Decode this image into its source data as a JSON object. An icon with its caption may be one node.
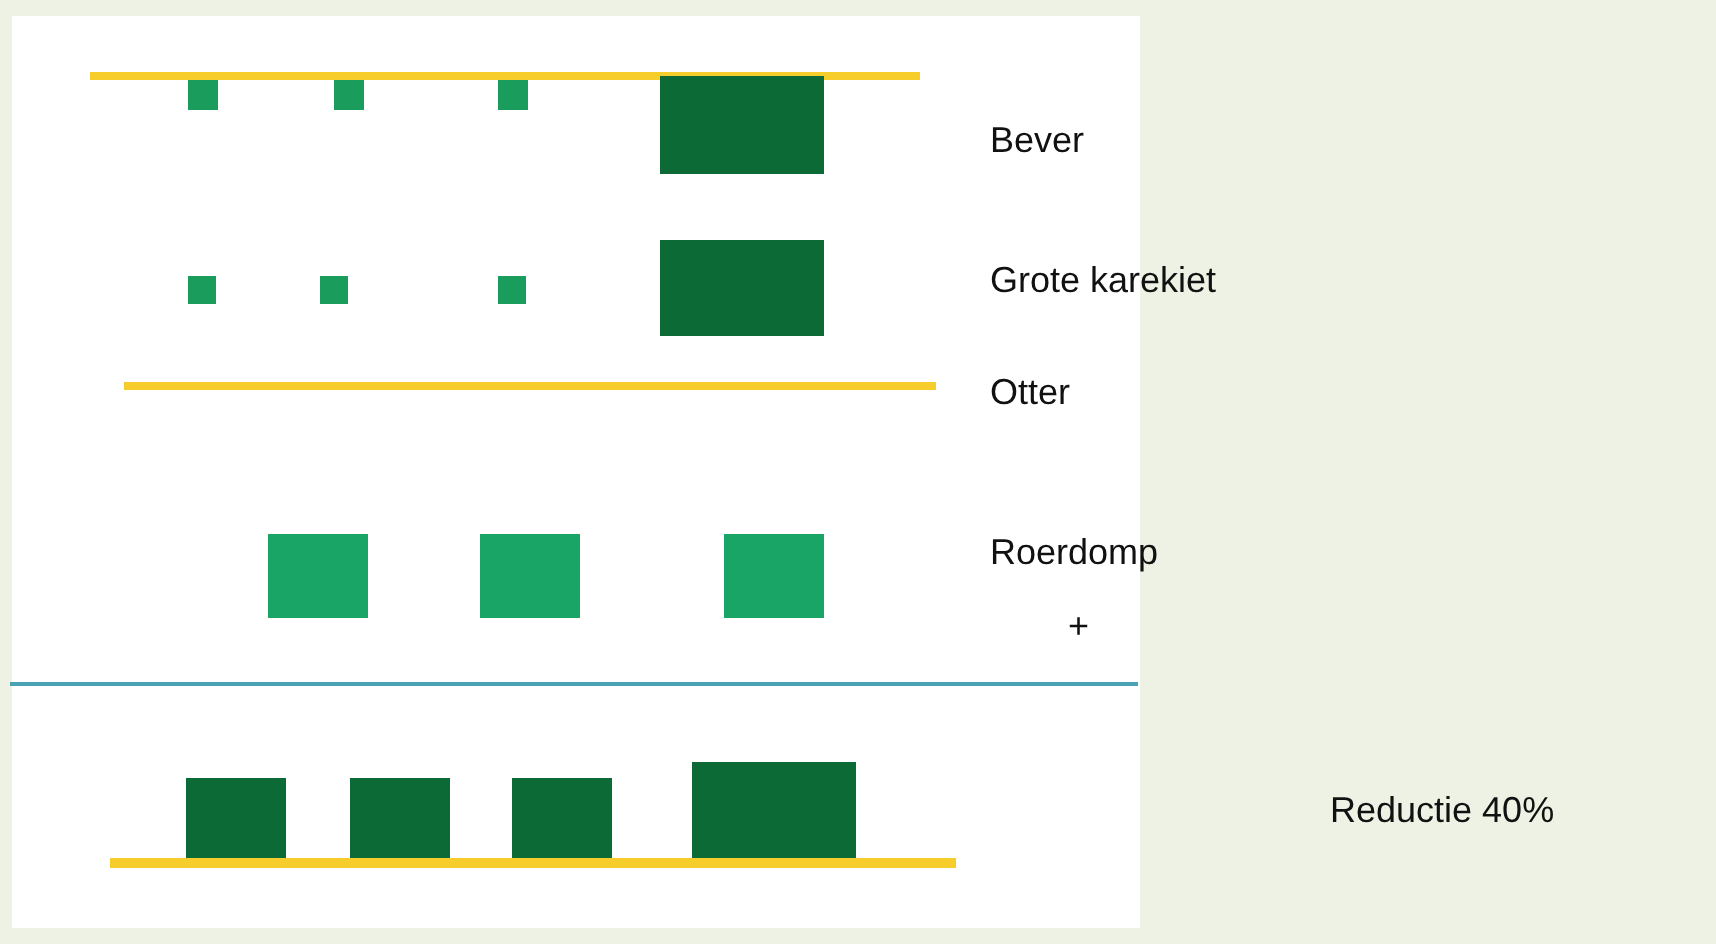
{
  "diagram": {
    "labels": [
      "Bever",
      "Grote karekiet",
      "Otter",
      "Roerdomp",
      "+",
      "Reductie 40%"
    ]
  }
}
